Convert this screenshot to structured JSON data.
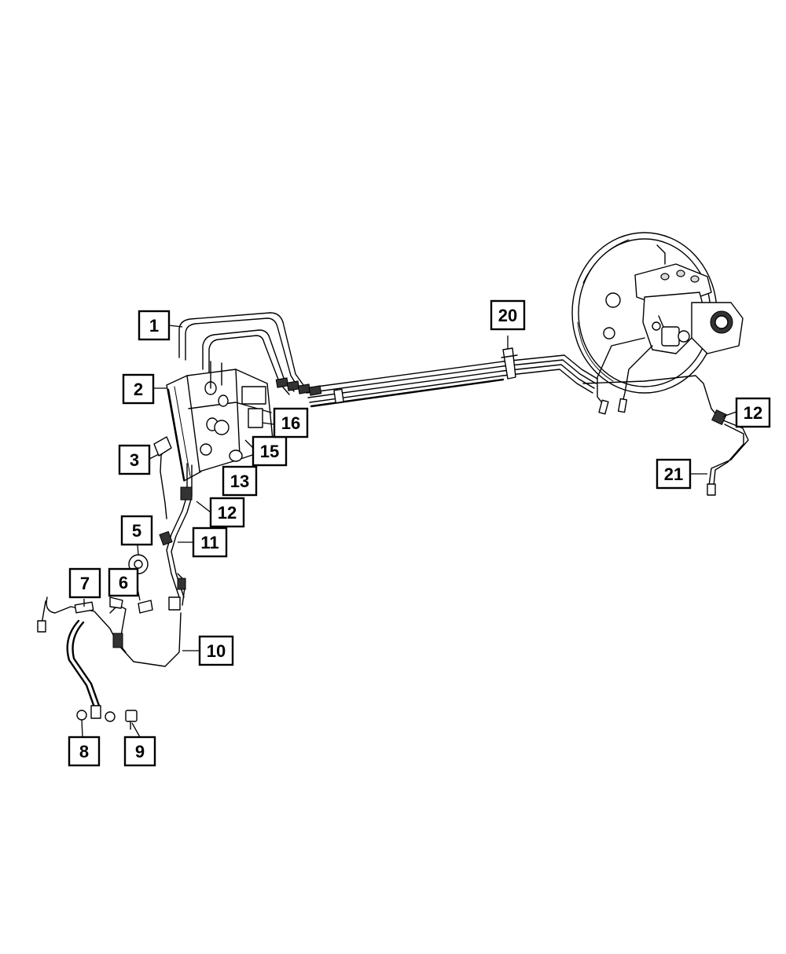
{
  "callouts": [
    {
      "id": "c1",
      "label": "1"
    },
    {
      "id": "c2",
      "label": "2"
    },
    {
      "id": "c3",
      "label": "3"
    },
    {
      "id": "c5",
      "label": "5"
    },
    {
      "id": "c6",
      "label": "6"
    },
    {
      "id": "c7",
      "label": "7"
    },
    {
      "id": "c8",
      "label": "8"
    },
    {
      "id": "c9",
      "label": "9"
    },
    {
      "id": "c10",
      "label": "10"
    },
    {
      "id": "c11",
      "label": "11"
    },
    {
      "id": "c12a",
      "label": "12"
    },
    {
      "id": "c12b",
      "label": "12"
    },
    {
      "id": "c13",
      "label": "13"
    },
    {
      "id": "c15",
      "label": "15"
    },
    {
      "id": "c16",
      "label": "16"
    },
    {
      "id": "c20",
      "label": "20"
    },
    {
      "id": "c21",
      "label": "21"
    }
  ]
}
